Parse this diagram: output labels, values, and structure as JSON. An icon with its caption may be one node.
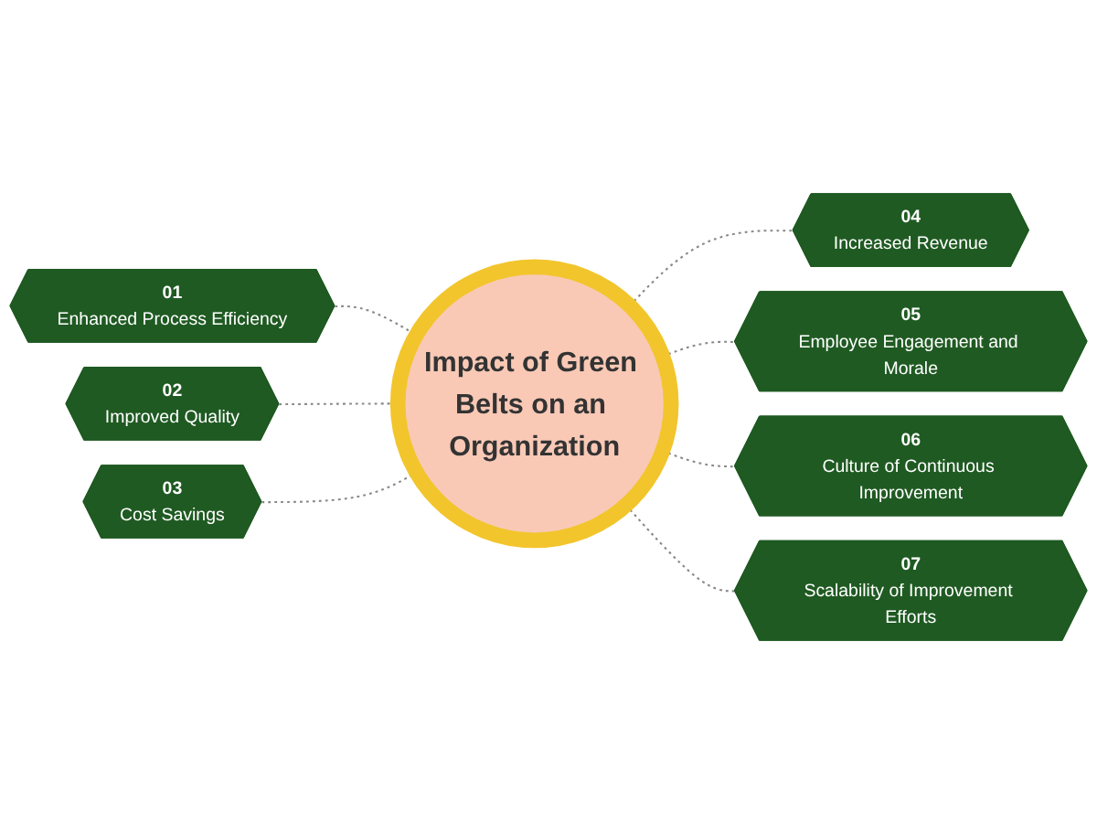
{
  "diagram": {
    "nodes": [
      {
        "text": [
          "Impact of Green Belts on an Organization"
        ]
      },
      {
        "text": [
          "01",
          "Enhanced Process Efficiency"
        ]
      },
      {
        "text": [
          "02",
          "Improved Quality"
        ]
      },
      {
        "text": [
          "03",
          "Cost Savings"
        ]
      },
      {
        "text": [
          "04",
          "Increased Revenue"
        ]
      },
      {
        "text": [
          "05",
          "Employee Engagement and Morale"
        ]
      },
      {
        "text": [
          "06",
          "Culture of Continuous Improvement"
        ]
      },
      {
        "text": [
          "07",
          "Scalability of Improvement Efforts"
        ]
      }
    ],
    "edges": [
      {
        "from": 1,
        "to": 0,
        "arrow": "none",
        "style": "dashed"
      },
      {
        "from": 2,
        "to": 0,
        "arrow": "none",
        "style": "dashed"
      },
      {
        "from": 3,
        "to": 0,
        "arrow": "none",
        "style": "dashed"
      },
      {
        "from": 0,
        "to": 4,
        "arrow": "none",
        "style": "dashed"
      },
      {
        "from": 0,
        "to": 5,
        "arrow": "none",
        "style": "dashed"
      },
      {
        "from": 0,
        "to": 6,
        "arrow": "none",
        "style": "dashed"
      },
      {
        "from": 0,
        "to": 7,
        "arrow": "none",
        "style": "dashed"
      }
    ]
  }
}
